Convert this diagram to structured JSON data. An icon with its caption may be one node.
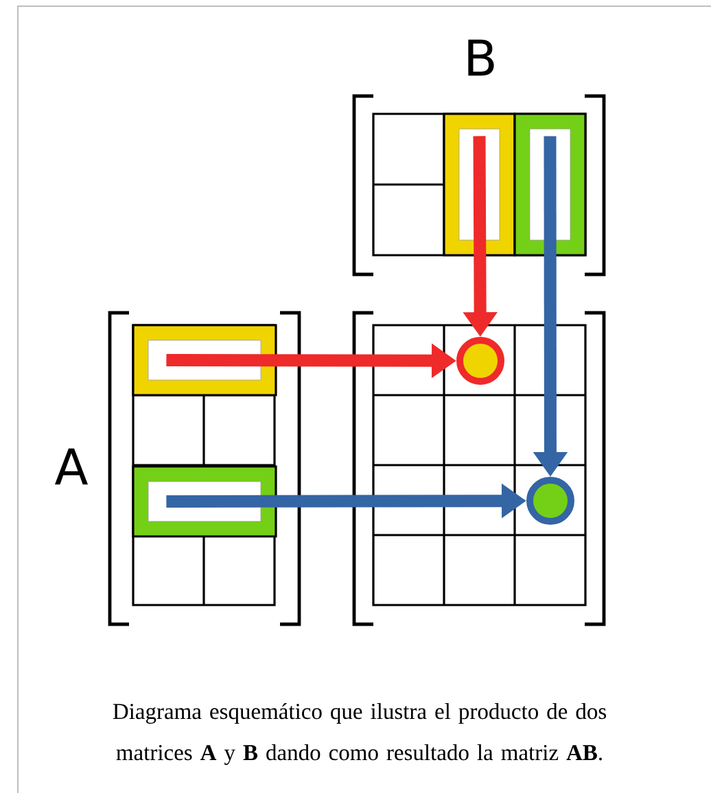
{
  "diagram": {
    "caption": "Diagrama esquemático que ilustra el producto de dos matrices **A** y **B** dando como resultado la matriz **AB**.",
    "nodes": [
      {
        "text": [],
        "shape": "bar"
      },
      {
        "text": [],
        "shape": "bar"
      },
      {
        "text": [],
        "shape": "bar"
      },
      {
        "text": [],
        "shape": "bar"
      },
      {
        "text": [],
        "shape": "circle"
      },
      {
        "text": [],
        "shape": "circle"
      }
    ],
    "edges": [
      {
        "from": 0,
        "to": 4,
        "arrow": "to",
        "color": "#ee2a2a"
      },
      {
        "from": 1,
        "to": 4,
        "arrow": "to",
        "color": "#ee2a2a"
      },
      {
        "from": 2,
        "to": 5,
        "arrow": "to",
        "color": "#3465a4"
      },
      {
        "from": 3,
        "to": 5,
        "arrow": "to",
        "color": "#3465a4"
      }
    ],
    "labels": [
      "A",
      "B"
    ]
  }
}
